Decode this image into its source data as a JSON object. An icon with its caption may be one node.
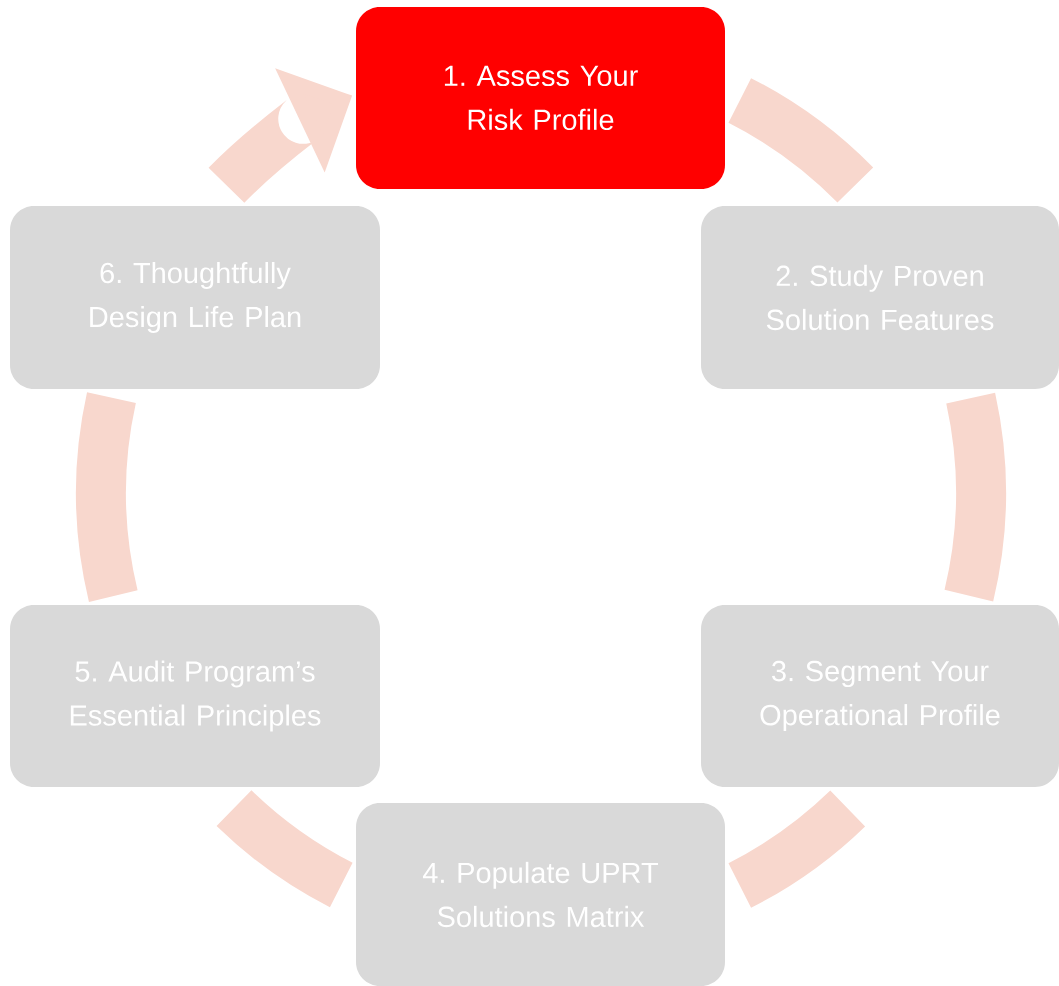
{
  "diagram": {
    "nodes": [
      {
        "text": [
          "1. Assess Your Risk Profile"
        ]
      },
      {
        "text": [
          "2. Study Proven Solution Features"
        ]
      },
      {
        "text": [
          "3. Segment Your Operational Profile"
        ]
      },
      {
        "text": [
          "4. Populate UPRT Solutions Matrix"
        ]
      },
      {
        "text": [
          "5. Audit Program’s Essential Principles"
        ]
      },
      {
        "text": [
          "6. Thoughtfully Design Life Plan"
        ]
      }
    ],
    "edges": [
      {
        "from": 0,
        "to": 1,
        "arrow": "none"
      },
      {
        "from": 1,
        "to": 2,
        "arrow": "none"
      },
      {
        "from": 2,
        "to": 3,
        "arrow": "none"
      },
      {
        "from": 3,
        "to": 4,
        "arrow": "none"
      },
      {
        "from": 4,
        "to": 5,
        "arrow": "none"
      },
      {
        "from": 5,
        "to": 0,
        "arrow": "to"
      }
    ]
  }
}
